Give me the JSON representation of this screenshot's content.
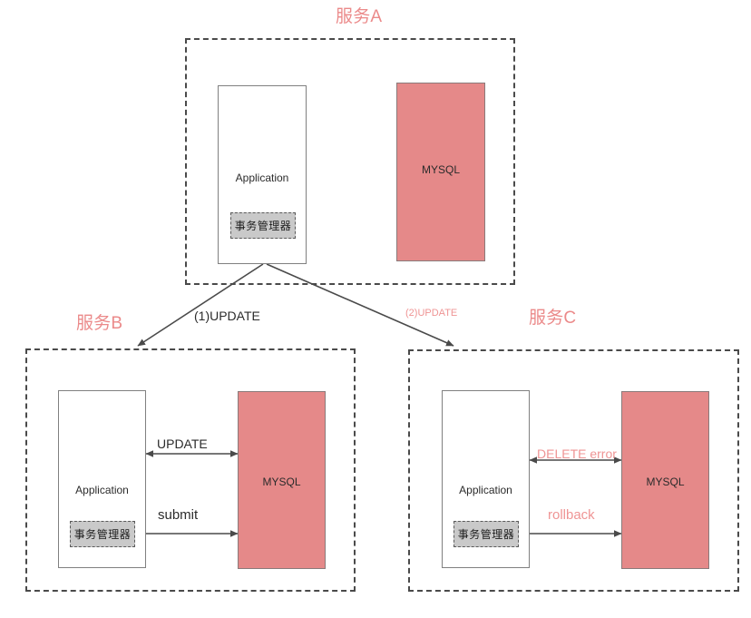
{
  "diagram": {
    "title_color": "#eb8a8a",
    "mysql_fill": "#e58989",
    "tm_fill": "#c9c9c9",
    "line_color": "#4a4a4a",
    "services": [
      {
        "id": "a",
        "title": "服务A",
        "application_label": "Application",
        "transaction_manager_label": "事务管理器",
        "database_label": "MYSQL"
      },
      {
        "id": "b",
        "title": "服务B",
        "application_label": "Application",
        "transaction_manager_label": "事务管理器",
        "database_label": "MYSQL",
        "edges": [
          {
            "label": "UPDATE",
            "color": "#2b2b2b",
            "direction": "bidirectional"
          },
          {
            "label": "submit",
            "color": "#2b2b2b",
            "direction": "forward"
          }
        ]
      },
      {
        "id": "c",
        "title": "服务C",
        "application_label": "Application",
        "transaction_manager_label": "事务管理器",
        "database_label": "MYSQL",
        "edges": [
          {
            "label": "DELETE error",
            "color": "#ef9494",
            "direction": "bidirectional"
          },
          {
            "label": "rollback",
            "color": "#ef9494",
            "direction": "forward"
          }
        ]
      }
    ],
    "connections": [
      {
        "from": "a",
        "to": "b",
        "label": "(1)UPDATE",
        "color": "#2b2b2b"
      },
      {
        "from": "a",
        "to": "c",
        "label": "(2)UPDATE",
        "color": "#ef9494"
      }
    ]
  }
}
